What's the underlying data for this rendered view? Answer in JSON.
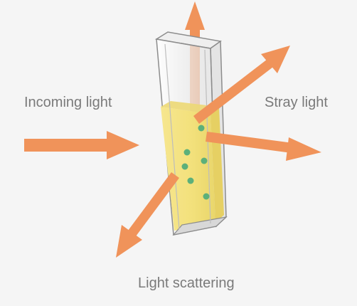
{
  "labels": {
    "incoming": "Incoming light",
    "stray": "Stray light",
    "scattering": "Light scattering"
  },
  "colors": {
    "background": "#f5f5f5",
    "arrow": "#f0935a",
    "liquid": "#f3e48a",
    "particle": "#5cb07a",
    "glass": "#8c8c8c",
    "text": "#7a7a7a"
  },
  "icons": {
    "cuvette": "cuvette-icon",
    "particle": "particle-dot"
  },
  "particle_count": 6
}
